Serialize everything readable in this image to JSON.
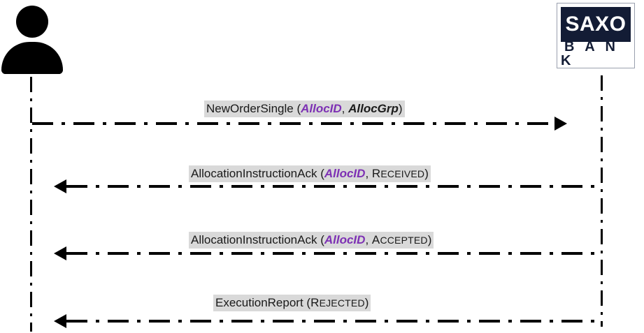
{
  "diagram": {
    "type": "uml-sequence-diagram",
    "title": "",
    "background_color": "#ffffff",
    "accent_color": "#7d30b4",
    "highlight_color": "#d9d9d9",
    "line_color": "#000000"
  },
  "participants": {
    "left": {
      "name": "actor",
      "icon": "person-icon",
      "label": ""
    },
    "right": {
      "name": "saxo-bank",
      "logo_top": "SAXO",
      "logo_bottom": "B A N K",
      "logo_box_color": "#131c35",
      "logo_text_color": "#ffffff"
    }
  },
  "messages": [
    {
      "id": "msg-new-order-single",
      "direction": "right",
      "name": "NewOrderSingle",
      "prefix": "NewOrderSingle (",
      "params": [
        {
          "text": "AllocID",
          "style": "alloc"
        },
        {
          "text": ", ",
          "style": "plain"
        },
        {
          "text": "AllocGrp",
          "style": "bold"
        }
      ],
      "suffix": ")"
    },
    {
      "id": "msg-allocation-instruction-ack-received",
      "direction": "left",
      "name": "AllocationInstructionAck",
      "prefix": "AllocationInstructionAck (",
      "params": [
        {
          "text": "AllocID",
          "style": "alloc"
        },
        {
          "text": ", ",
          "style": "plain"
        },
        {
          "text": "RECEIVED",
          "style": "status"
        }
      ],
      "suffix": ")"
    },
    {
      "id": "msg-allocation-instruction-ack-accepted",
      "direction": "left",
      "name": "AllocationInstructionAck",
      "prefix": "AllocationInstructionAck (",
      "params": [
        {
          "text": "AllocID",
          "style": "alloc"
        },
        {
          "text": ", ",
          "style": "plain"
        },
        {
          "text": "ACCEPTED",
          "style": "status"
        }
      ],
      "suffix": ")"
    },
    {
      "id": "msg-execution-report-rejected",
      "direction": "left",
      "name": "ExecutionReport",
      "prefix": "ExecutionReport (",
      "params": [
        {
          "text": "REJECTED",
          "style": "status"
        }
      ],
      "suffix": ")"
    }
  ]
}
